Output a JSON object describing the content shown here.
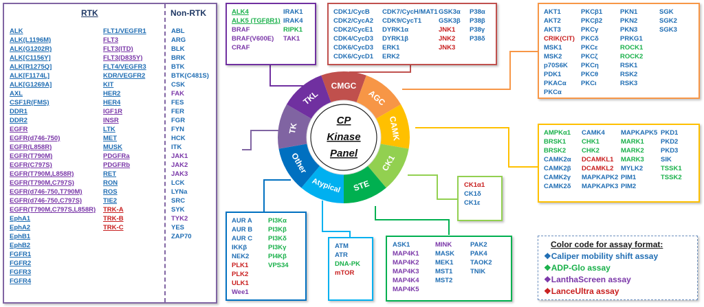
{
  "center": {
    "line1": "CP",
    "line2": "Kinase",
    "line3": "Panel"
  },
  "colors": {
    "caliper": "#1f6db3",
    "adpglo": "#19b04a",
    "lanthascreen": "#7a37a8",
    "lanceultra": "#c81e1e"
  },
  "wheel": [
    {
      "label": "CMGC",
      "color": "#c0504d"
    },
    {
      "label": "AGC",
      "color": "#f79646"
    },
    {
      "label": "CAMK",
      "color": "#ffc000"
    },
    {
      "label": "CK1",
      "color": "#92d050"
    },
    {
      "label": "STE",
      "color": "#00b050"
    },
    {
      "label": "Atypical",
      "color": "#00b0f0"
    },
    {
      "label": "Other",
      "color": "#0070c0"
    },
    {
      "label": "TK",
      "color": "#8064a2"
    },
    {
      "label": "TKL",
      "color": "#7030a0"
    }
  ],
  "tk": {
    "rtk_header": "RTK",
    "nonrtk_header": "Non-RTK",
    "rtk_col1": [
      {
        "t": "ALK",
        "c": "blue"
      },
      {
        "t": "ALK(L1196M)",
        "c": "blue"
      },
      {
        "t": "ALK(G1202R)",
        "c": "blue"
      },
      {
        "t": "ALK[C1156Y]",
        "c": "blue"
      },
      {
        "t": "ALK[R1275Q]",
        "c": "blue"
      },
      {
        "t": "ALK[F1174L]",
        "c": "blue"
      },
      {
        "t": "ALK[G1269A]",
        "c": "blue"
      },
      {
        "t": "AXL",
        "c": "blue"
      },
      {
        "t": "CSF1R(FMS)",
        "c": "blue"
      },
      {
        "t": "DDR1",
        "c": "blue"
      },
      {
        "t": "DDR2",
        "c": "blue"
      },
      {
        "t": "EGFR",
        "c": "purple"
      },
      {
        "t": "EGFR(d746-750)",
        "c": "purple"
      },
      {
        "t": "EGFR(L858R)",
        "c": "purple"
      },
      {
        "t": "EGFR(T790M)",
        "c": "purple"
      },
      {
        "t": "EGFR(C797S)",
        "c": "purple"
      },
      {
        "t": "EGFR(T790M,L858R)",
        "c": "purple"
      },
      {
        "t": "EGFR(T790M,C797S)",
        "c": "purple"
      },
      {
        "t": "EGFR(d746-750,T790M)",
        "c": "purple"
      },
      {
        "t": "EGFR(d746-750,C797S)",
        "c": "purple"
      },
      {
        "t": "EGFR(T790M,C797S,L858R)",
        "c": "purple"
      },
      {
        "t": "EphA1",
        "c": "blue"
      },
      {
        "t": "EphA2",
        "c": "blue"
      },
      {
        "t": "EphB1",
        "c": "blue"
      },
      {
        "t": "EphB2",
        "c": "blue"
      },
      {
        "t": "FGFR1",
        "c": "blue"
      },
      {
        "t": "FGFR2",
        "c": "blue"
      },
      {
        "t": "FGFR3",
        "c": "blue"
      },
      {
        "t": "FGFR4",
        "c": "blue"
      }
    ],
    "rtk_col2": [
      {
        "t": "FLT1/VEGFR1",
        "c": "blue"
      },
      {
        "t": "FLT3",
        "c": "purple"
      },
      {
        "t": "FLT3(ITD)",
        "c": "purple"
      },
      {
        "t": "FLT3(D835Y)",
        "c": "purple"
      },
      {
        "t": "FLT4/VEGFR3",
        "c": "blue"
      },
      {
        "t": "KDR/VEGFR2",
        "c": "blue"
      },
      {
        "t": "KIT",
        "c": "blue"
      },
      {
        "t": "HER2",
        "c": "blue"
      },
      {
        "t": "HER4",
        "c": "blue"
      },
      {
        "t": "IGF1R",
        "c": "purple"
      },
      {
        "t": "INSR",
        "c": "purple"
      },
      {
        "t": "LTK",
        "c": "blue"
      },
      {
        "t": "MET",
        "c": "blue"
      },
      {
        "t": "MUSK",
        "c": "blue"
      },
      {
        "t": "PDGFRa",
        "c": "purple"
      },
      {
        "t": "PDGFRb",
        "c": "purple"
      },
      {
        "t": "RET",
        "c": "blue"
      },
      {
        "t": "RON",
        "c": "blue"
      },
      {
        "t": "ROS",
        "c": "blue"
      },
      {
        "t": "TIE2",
        "c": "blue"
      },
      {
        "t": "TRK-A",
        "c": "red"
      },
      {
        "t": "TRK-B",
        "c": "red"
      },
      {
        "t": "TRK-C",
        "c": "red"
      }
    ],
    "nonrtk": [
      {
        "t": "ABL",
        "c": "blue"
      },
      {
        "t": "ARG",
        "c": "blue"
      },
      {
        "t": "BLK",
        "c": "blue"
      },
      {
        "t": "BRK",
        "c": "blue"
      },
      {
        "t": "BTK",
        "c": "blue"
      },
      {
        "t": "BTK(C481S)",
        "c": "blue"
      },
      {
        "t": "CSK",
        "c": "blue"
      },
      {
        "t": "FAK",
        "c": "purple"
      },
      {
        "t": "FES",
        "c": "blue"
      },
      {
        "t": "FER",
        "c": "blue"
      },
      {
        "t": "FGR",
        "c": "blue"
      },
      {
        "t": "FYN",
        "c": "blue"
      },
      {
        "t": "HCK",
        "c": "blue"
      },
      {
        "t": "ITK",
        "c": "blue"
      },
      {
        "t": "JAK1",
        "c": "purple"
      },
      {
        "t": "JAK2",
        "c": "purple"
      },
      {
        "t": "JAK3",
        "c": "purple"
      },
      {
        "t": "LCK",
        "c": "blue"
      },
      {
        "t": "LYNa",
        "c": "blue"
      },
      {
        "t": "SRC",
        "c": "blue"
      },
      {
        "t": "SYK",
        "c": "blue"
      },
      {
        "t": "TYK2",
        "c": "purple"
      },
      {
        "t": "YES",
        "c": "blue"
      },
      {
        "t": "ZAP70",
        "c": "blue"
      }
    ]
  },
  "tkl": {
    "col1": [
      {
        "t": "ALK4",
        "c": "green",
        "u": true
      },
      {
        "t": "ALK5 (TGFβR1)",
        "c": "green",
        "u": true
      },
      {
        "t": "BRAF",
        "c": "purple"
      },
      {
        "t": "BRAF(V600E)",
        "c": "purple"
      },
      {
        "t": "CRAF",
        "c": "purple"
      }
    ],
    "col2": [
      {
        "t": "IRAK1",
        "c": "blue"
      },
      {
        "t": "IRAK4",
        "c": "blue"
      },
      {
        "t": "RIPK1",
        "c": "green"
      },
      {
        "t": "TAK1",
        "c": "purple"
      }
    ]
  },
  "cmgc": {
    "col1": [
      {
        "t": "CDK1/CycB",
        "c": "blue"
      },
      {
        "t": "CDK2/CycA2",
        "c": "blue"
      },
      {
        "t": "CDK2/CycE1",
        "c": "blue"
      },
      {
        "t": "CDK4/CycD3",
        "c": "blue"
      },
      {
        "t": "CDK6/CycD3",
        "c": "blue"
      },
      {
        "t": "CDK6/CycD1",
        "c": "blue"
      }
    ],
    "col2": [
      {
        "t": "CDK7/CycH/MAT1",
        "c": "blue"
      },
      {
        "t": "CDK9/CycT1",
        "c": "blue"
      },
      {
        "t": "DYRK1α",
        "c": "blue"
      },
      {
        "t": "DYRK1β",
        "c": "blue"
      },
      {
        "t": "ERK1",
        "c": "blue"
      },
      {
        "t": "ERK2",
        "c": "blue"
      }
    ],
    "col3": [
      {
        "t": "GSK3α",
        "c": "blue"
      },
      {
        "t": "GSK3β",
        "c": "blue"
      },
      {
        "t": "JNK1",
        "c": "red"
      },
      {
        "t": "JNK2",
        "c": "red"
      },
      {
        "t": "JNK3",
        "c": "red"
      }
    ],
    "col4": [
      {
        "t": "P38α",
        "c": "blue"
      },
      {
        "t": "P38β",
        "c": "blue"
      },
      {
        "t": "P38γ",
        "c": "blue"
      },
      {
        "t": "P38δ",
        "c": "blue"
      }
    ]
  },
  "agc": {
    "col1": [
      {
        "t": "AKT1",
        "c": "blue"
      },
      {
        "t": "AKT2",
        "c": "blue"
      },
      {
        "t": "AKT3",
        "c": "blue"
      },
      {
        "t": "CRIK(CIT)",
        "c": "red"
      },
      {
        "t": "MSK1",
        "c": "blue"
      },
      {
        "t": "MSK2",
        "c": "blue"
      },
      {
        "t": "p70S6K",
        "c": "blue"
      },
      {
        "t": "PDK1",
        "c": "blue"
      },
      {
        "t": "PKACα",
        "c": "blue"
      },
      {
        "t": "PKCα",
        "c": "blue"
      }
    ],
    "col2": [
      {
        "t": "PKCβ1",
        "c": "blue"
      },
      {
        "t": "PKCβ2",
        "c": "blue"
      },
      {
        "t": "PKCγ",
        "c": "blue"
      },
      {
        "t": "PKCδ",
        "c": "blue"
      },
      {
        "t": "PKCε",
        "c": "blue"
      },
      {
        "t": "PKCζ",
        "c": "blue"
      },
      {
        "t": "PKCη",
        "c": "blue"
      },
      {
        "t": "PKCθ",
        "c": "blue"
      },
      {
        "t": "PKCι",
        "c": "blue"
      }
    ],
    "col3": [
      {
        "t": "PKN1",
        "c": "blue"
      },
      {
        "t": "PKN2",
        "c": "blue"
      },
      {
        "t": "PKN3",
        "c": "blue"
      },
      {
        "t": "PRKG1",
        "c": "blue"
      },
      {
        "t": "ROCK1",
        "c": "green"
      },
      {
        "t": "ROCK2",
        "c": "green"
      },
      {
        "t": "RSK1",
        "c": "blue"
      },
      {
        "t": "RSK2",
        "c": "blue"
      },
      {
        "t": "RSK3",
        "c": "blue"
      }
    ],
    "col4": [
      {
        "t": "SGK",
        "c": "blue"
      },
      {
        "t": "SGK2",
        "c": "blue"
      },
      {
        "t": "SGK3",
        "c": "blue"
      }
    ]
  },
  "camk": {
    "col1": [
      {
        "t": "AMPKα1",
        "c": "green"
      },
      {
        "t": "BRSK1",
        "c": "green"
      },
      {
        "t": "BRSK2",
        "c": "green"
      },
      {
        "t": "CAMK2α",
        "c": "blue"
      },
      {
        "t": "CAMK2β",
        "c": "blue"
      },
      {
        "t": "CAMK2γ",
        "c": "blue"
      },
      {
        "t": "CAMK2δ",
        "c": "blue"
      }
    ],
    "col2": [
      {
        "t": "CAMK4",
        "c": "blue"
      },
      {
        "t": "CHK1",
        "c": "green"
      },
      {
        "t": "CHK2",
        "c": "green"
      },
      {
        "t": "DCAMKL1",
        "c": "red"
      },
      {
        "t": "DCAMKL2",
        "c": "red"
      },
      {
        "t": "MAPKAPK2",
        "c": "blue"
      },
      {
        "t": "MAPKAPK3",
        "c": "blue"
      }
    ],
    "col3": [
      {
        "t": "MAPKAPK5",
        "c": "blue"
      },
      {
        "t": "MARK1",
        "c": "green"
      },
      {
        "t": "MARK2",
        "c": "green"
      },
      {
        "t": "MARK3",
        "c": "green"
      },
      {
        "t": "MYLK2",
        "c": "blue"
      },
      {
        "t": "PIM1",
        "c": "blue"
      },
      {
        "t": "PIM2",
        "c": "blue"
      }
    ],
    "col4": [
      {
        "t": "PKD1",
        "c": "blue"
      },
      {
        "t": "PKD2",
        "c": "blue"
      },
      {
        "t": "PKD3",
        "c": "blue"
      },
      {
        "t": "SIK",
        "c": "blue"
      },
      {
        "t": "TSSK1",
        "c": "green"
      },
      {
        "t": "TSSK2",
        "c": "green"
      }
    ]
  },
  "ck1": {
    "col1": [
      {
        "t": "CK1α1",
        "c": "red"
      },
      {
        "t": "CK1δ",
        "c": "blue"
      },
      {
        "t": "CK1ε",
        "c": "blue"
      }
    ]
  },
  "ste": {
    "col1": [
      {
        "t": "ASK1",
        "c": "blue"
      },
      {
        "t": "MAP4K1",
        "c": "purple"
      },
      {
        "t": "MAP4K2",
        "c": "purple"
      },
      {
        "t": "MAP4K3",
        "c": "purple"
      },
      {
        "t": "MAP4K4",
        "c": "purple"
      },
      {
        "t": "MAP4K5",
        "c": "purple"
      }
    ],
    "col2": [
      {
        "t": "MINK",
        "c": "purple"
      },
      {
        "t": "MASK",
        "c": "blue"
      },
      {
        "t": "MEK1",
        "c": "blue"
      },
      {
        "t": "MST1",
        "c": "blue"
      },
      {
        "t": "MST2",
        "c": "blue"
      }
    ],
    "col3": [
      {
        "t": "PAK2",
        "c": "blue"
      },
      {
        "t": "PAK4",
        "c": "blue"
      },
      {
        "t": "TAOK2",
        "c": "blue"
      },
      {
        "t": "TNIK",
        "c": "blue"
      }
    ]
  },
  "atypical": {
    "col1": [
      {
        "t": "ATM",
        "c": "blue"
      },
      {
        "t": "ATR",
        "c": "blue"
      },
      {
        "t": "DNA-PK",
        "c": "green"
      },
      {
        "t": "mTOR",
        "c": "red"
      }
    ]
  },
  "other": {
    "col1": [
      {
        "t": "AUR A",
        "c": "blue"
      },
      {
        "t": "AUR B",
        "c": "blue"
      },
      {
        "t": "AUR C",
        "c": "blue"
      },
      {
        "t": "IKKβ",
        "c": "blue"
      },
      {
        "t": "NEK2",
        "c": "blue"
      },
      {
        "t": "PLK1",
        "c": "red"
      },
      {
        "t": "PLK2",
        "c": "red"
      },
      {
        "t": "ULK1",
        "c": "red"
      },
      {
        "t": "Wee1",
        "c": "purple"
      }
    ],
    "col2": [
      {
        "t": "PI3Kα",
        "c": "green"
      },
      {
        "t": "PI3Kβ",
        "c": "green"
      },
      {
        "t": "PI3Kδ",
        "c": "green"
      },
      {
        "t": "PI3Kγ",
        "c": "green"
      },
      {
        "t": "PI4Kβ",
        "c": "green"
      },
      {
        "t": "VPS34",
        "c": "green"
      }
    ]
  },
  "legend": {
    "title": "Color code for assay format:",
    "items": [
      {
        "t": "Caliper mobility shift assay",
        "c": "blue"
      },
      {
        "t": "ADP-Glo assay",
        "c": "green"
      },
      {
        "t": "LanthaScreen assay",
        "c": "purple"
      },
      {
        "t": "LanceUltra assay",
        "c": "red"
      }
    ],
    "bullet": "❖"
  }
}
